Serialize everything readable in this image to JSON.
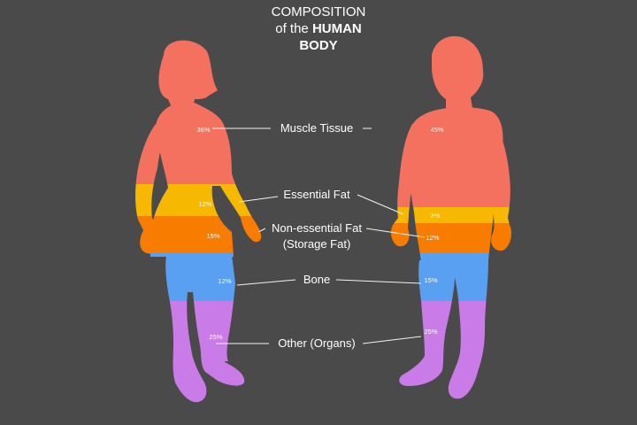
{
  "title": {
    "line1": "COMPOSITION",
    "line2_prefix": "of the",
    "line2_bold": "HUMAN",
    "line3": "BODY"
  },
  "colors": {
    "background": "#4a4a4a",
    "muscle": "#f4705f",
    "muscle_shadow": "#d9604f",
    "essential_fat": "#f6b800",
    "nonessential_fat": "#f77c00",
    "bone": "#5aa0f2",
    "organs": "#c97be8"
  },
  "categories": {
    "muscle": "Muscle Tissue",
    "essential_fat": "Essential Fat",
    "nonessential_fat_line1": "Non-essential Fat",
    "nonessential_fat_line2": "(Storage Fat)",
    "bone": "Bone",
    "organs": "Other (Organs)"
  },
  "female": {
    "muscle": "36%",
    "essential_fat": "12%",
    "nonessential_fat": "15%",
    "bone": "12%",
    "organs": "25%"
  },
  "male": {
    "muscle": "45%",
    "essential_fat": "3%",
    "nonessential_fat": "12%",
    "bone": "15%",
    "organs": "25%"
  }
}
